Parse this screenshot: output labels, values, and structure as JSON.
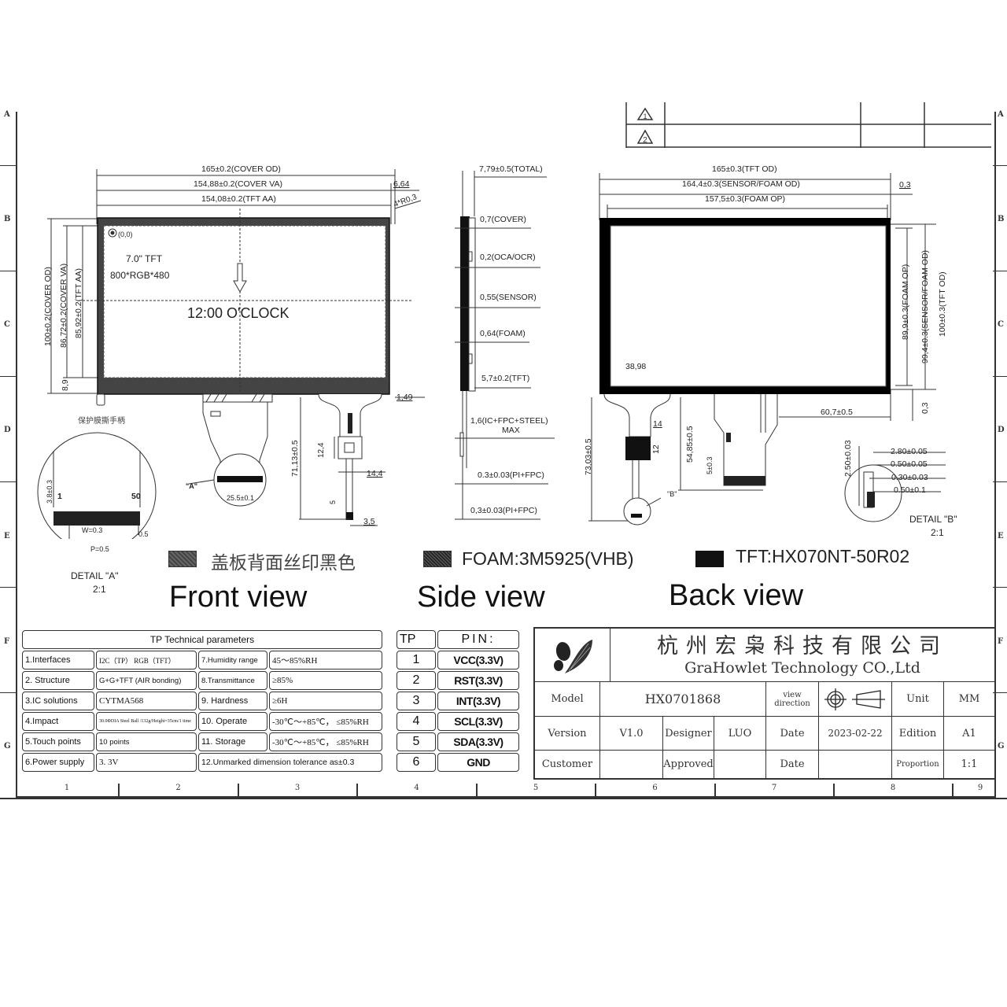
{
  "frame": {
    "row_letters": [
      "A",
      "B",
      "C",
      "D",
      "E",
      "F",
      "G"
    ],
    "column_numbers": [
      "1",
      "2",
      "3",
      "4",
      "5",
      "6",
      "7",
      "8",
      "9"
    ]
  },
  "revision_block": {
    "rows": [
      {
        "mark": "1"
      },
      {
        "mark": "2"
      }
    ]
  },
  "front_view": {
    "title": "Front view",
    "dims": {
      "cover_od": "165±0.2(COVER OD)",
      "cover_va": "154,88±0.2(COVER VA)",
      "tft_aa": "154,08±0.2(TFT AA)",
      "offset_right": "6,64",
      "corner_radius": "4*R0,3",
      "height_cover_od": "100±0.2(COVER OD)",
      "height_cover_va": "86,72±0.2(COVER VA)",
      "height_tft_aa": "85,92±0.2(TFT AA)",
      "bottom_offset": "8,9",
      "fpc_offset": "1,49",
      "fpc_length": "71,13±0.5",
      "ic_height": "12,4",
      "ic_width": "14,4",
      "tail_5": "5",
      "tail_width": "3,5",
      "connector_width": "25.5±0.1"
    },
    "origin_label": "(0,0)",
    "panel_label_1": "7.0\" TFT",
    "panel_label_2": "800*RGB*480",
    "orientation_label": "12:00 O'CLOCK",
    "tab_label_cn": "保护膜撕手柄",
    "detail_a_callout": "\"A\"",
    "detail_a": {
      "title": "DETAIL \"A\"",
      "scale": "2:1",
      "pin_first": "1",
      "pin_last": "50",
      "height": "3.8±0.3",
      "width": "W=0.3",
      "pitch": "P=0.5",
      "edge": "0.5"
    }
  },
  "side_view": {
    "title": "Side view",
    "layers": [
      "7,79±0.5(TOTAL)",
      "0,7(COVER)",
      "0,2(OCA/OCR)",
      "0,55(SENSOR)",
      "0,64(FOAM)",
      "5,7±0.2(TFT)",
      "1,6(IC+FPC+STEEL)",
      "MAX",
      "0.3±0.03(PI+FPC)",
      "0,3±0.03(PI+FPC)"
    ]
  },
  "back_view": {
    "title": "Back view",
    "dims": {
      "tft_od": "165±0.3(TFT OD)",
      "sensor_foam_od": "164,4±0.3(SENSOR/FOAM OD)",
      "foam_op": "157,5±0.3(FOAM OP)",
      "offset_right": "0,3",
      "height_foam_op": "89,9±0.3(FOAM OP)",
      "height_sensor_foam_od": "99,4±0.3(SENSOR/FOAM OD)",
      "height_tft_od": "100±0.3(TFT OD)",
      "offset_bottom": "0,3",
      "fpc_x": "38,98",
      "fpc_total": "73,03±0.5",
      "conn_w": "14",
      "conn_h": "12",
      "fpc2_len": "54,85±0.5",
      "fpc2_offset": "5±0.3",
      "fpc2_x": "60,7±0.5"
    },
    "detail_b_callout": "\"B\"",
    "detail_b": {
      "title": "DETAIL \"B\"",
      "scale": "2:1",
      "dims": [
        "2.80±0.05",
        "0.50±0.05",
        "0.30±0.03",
        "0.50±0.1"
      ],
      "height": "2.50±0.03"
    }
  },
  "legend": [
    {
      "label": "盖板背面丝印黑色",
      "swatch": "hatch"
    },
    {
      "label": "FOAM:3M5925(VHB)",
      "swatch": "foam"
    },
    {
      "label": "TFT:HX070NT-50R02",
      "swatch": "tft"
    }
  ],
  "tp_params": {
    "title": "TP Technical parameters",
    "rows": [
      {
        "k1": "1.Interfaces",
        "v1": "I2C（TP） RGB（TFT）",
        "k2": "7.Humidity range",
        "v2": "45～85%RH"
      },
      {
        "k1": "2. Structure",
        "v1": "G+G+TFT (AIR bonding)",
        "k2": "8.Transmittance",
        "v2": "≥85%"
      },
      {
        "k1": "3.IC solutions",
        "v1": "CYTMA568",
        "k2": "9. Hardness",
        "v2": "≥6H"
      },
      {
        "k1": "4.Impact",
        "v1": "30.0ΦDIA Steel Ball /132g/Height=35cm/1 time",
        "k2": "10. Operate",
        "v2": "-30℃～+85℃， ≤85%RH"
      },
      {
        "k1": "5.Touch points",
        "v1": "10 points",
        "k2": "11. Storage",
        "v2": "-30℃～+85℃， ≤85%RH"
      },
      {
        "k1": "6.Power supply",
        "v1": "3. 3V",
        "k2": "12.Unmarked dimension tolerance as±0.3",
        "v2": ""
      }
    ]
  },
  "pin_table": {
    "header_left": "TP",
    "header_right": "PIN:",
    "rows": [
      {
        "no": "1",
        "name": "VCC(3.3V)"
      },
      {
        "no": "2",
        "name": "RST(3.3V)"
      },
      {
        "no": "3",
        "name": "INT(3.3V)"
      },
      {
        "no": "4",
        "name": "SCL(3.3V)"
      },
      {
        "no": "5",
        "name": "SDA(3.3V)"
      },
      {
        "no": "6",
        "name": "GND"
      }
    ]
  },
  "title_block": {
    "company_cn": "杭州宏枭科技有限公司",
    "company_en": "GraHowlet Technology CO.,Ltd",
    "model_label": "Model",
    "model_value": "HX0701868",
    "view_direction_label_1": "view",
    "view_direction_label_2": "direction",
    "unit_label": "Unit",
    "unit_value": "MM",
    "version_label": "Version",
    "version_value": "V1.0",
    "designer_label": "Designer",
    "designer_value": "LUO",
    "date_label": "Date",
    "date_value": "2023-02-22",
    "edition_label": "Edition",
    "edition_value": "A1",
    "customer_label": "Customer",
    "customer_value": "",
    "approved_label": "Approved",
    "approved_value": "",
    "date2_label": "Date",
    "date2_value": "",
    "proportion_label": "Proportion",
    "proportion_value": "1:1"
  }
}
